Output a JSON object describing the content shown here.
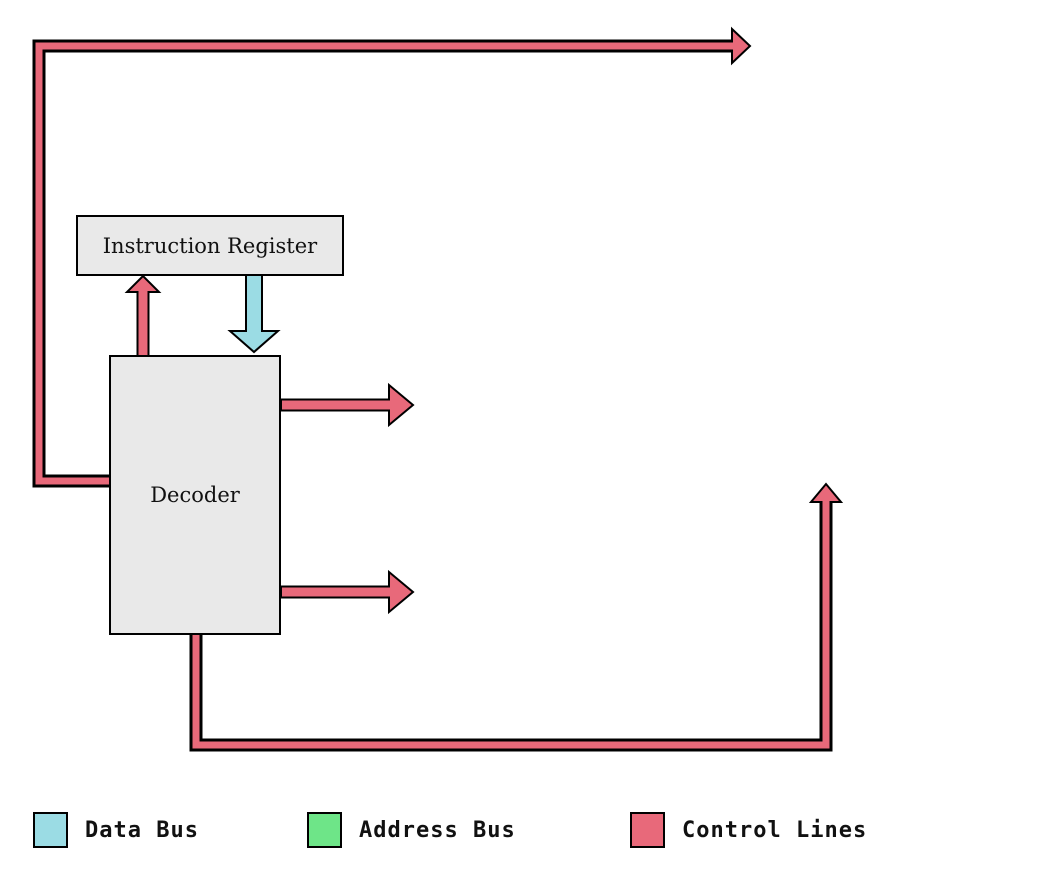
{
  "diagram": {
    "nodes": [
      {
        "id": "instruction-register",
        "label": "Instruction Register"
      },
      {
        "id": "decoder",
        "label": "Decoder"
      }
    ],
    "edges": [
      {
        "id": "control-decoder-to-instruction-register",
        "type": "control",
        "direction": "up"
      },
      {
        "id": "data-instruction-register-to-decoder",
        "type": "data",
        "direction": "down"
      },
      {
        "id": "control-decoder-upper-right-arrow",
        "type": "control",
        "direction": "right"
      },
      {
        "id": "control-decoder-lower-right-arrow",
        "type": "control",
        "direction": "right"
      },
      {
        "id": "control-decoder-left-up-to-top-right-arrow",
        "type": "control",
        "direction": "left-up-right"
      },
      {
        "id": "control-decoder-bottom-right-up-arrow",
        "type": "control",
        "direction": "down-right-up"
      }
    ]
  },
  "legend": {
    "items": [
      {
        "id": "data-bus",
        "label": "Data Bus",
        "color": "#9bdce4"
      },
      {
        "id": "address-bus",
        "label": "Address Bus",
        "color": "#6ee588"
      },
      {
        "id": "control-lines",
        "label": "Control Lines",
        "color": "#e8697a"
      }
    ]
  },
  "colors": {
    "control": "#e8697a",
    "data_bus": "#9bdce4",
    "address_bus": "#6ee588",
    "node_fill": "#e9e9e9",
    "outline": "#000000"
  }
}
